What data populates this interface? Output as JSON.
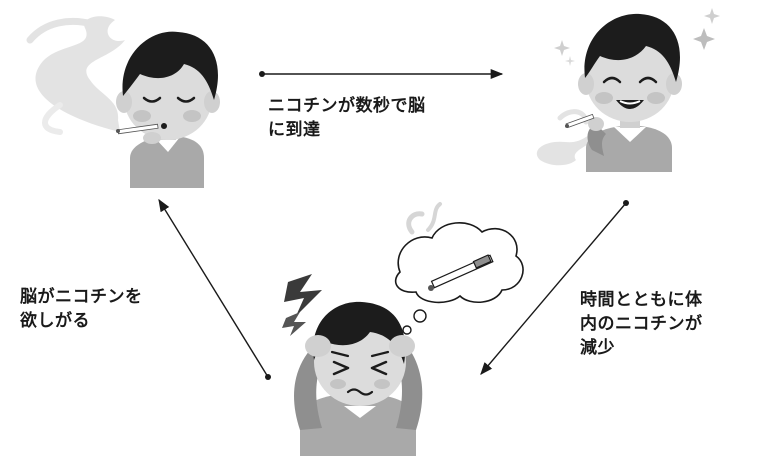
{
  "diagram": {
    "type": "nicotine-dependence-cycle",
    "steps": [
      {
        "id": "smoking",
        "figure": "person-smoking",
        "caption_lines": []
      },
      {
        "id": "satisfied",
        "figure": "person-smiling-with-sparkles",
        "caption_lines": []
      },
      {
        "id": "craving",
        "figure": "person-holding-head-thinking-of-cigarette",
        "caption_lines": []
      }
    ],
    "transitions": [
      {
        "from": "smoking",
        "to": "satisfied",
        "label_lines": [
          "ニコチンが数秒で脳",
          "に到達"
        ]
      },
      {
        "from": "satisfied",
        "to": "craving",
        "label_lines": [
          "時間とともに体",
          "内のニコチンが",
          "減少"
        ]
      },
      {
        "from": "craving",
        "to": "smoking",
        "label_lines": [
          "脳がニコチンを",
          "欲しがる"
        ]
      }
    ],
    "colors": {
      "line": "#1a1a1a",
      "hair": "#1c1c1c",
      "skin": "#dcdcdc",
      "shirt": "#a9a9a9",
      "shirt_dark": "#8f8f8f",
      "smoke": "#e3e3e3",
      "cheek": "#c4c4c4",
      "text": "#1a1a1a"
    },
    "icons": [
      "smoke-icon",
      "cigarette-icon",
      "sparkle-icon",
      "stress-zigzag-icon",
      "thought-bubble-icon"
    ]
  }
}
